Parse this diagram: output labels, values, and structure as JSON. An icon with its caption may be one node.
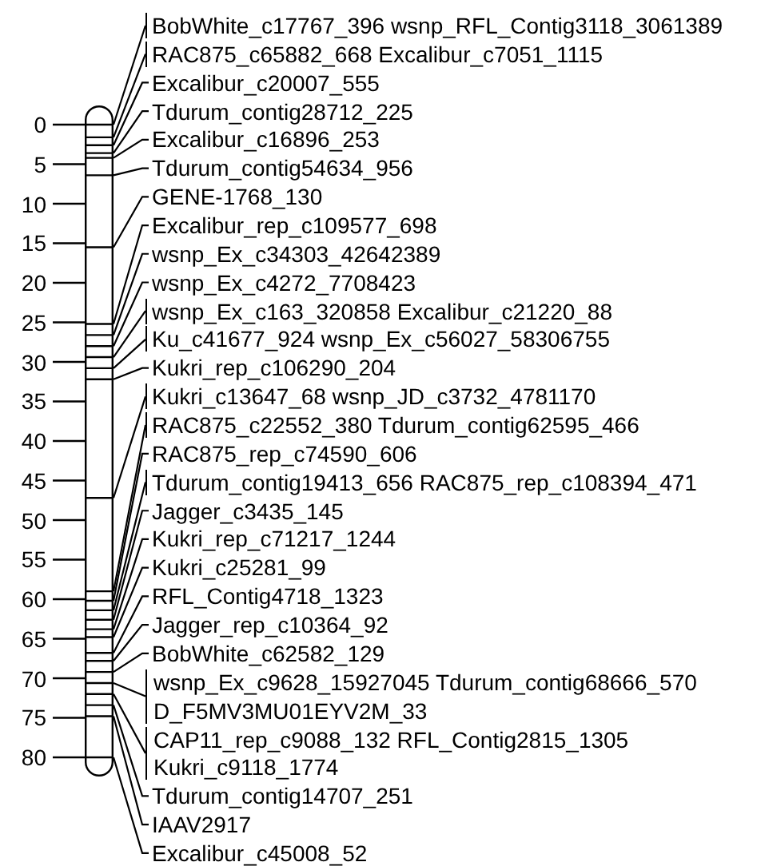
{
  "diagram": {
    "nodes": [
      {
        "text": [],
        "shape": "bar"
      },
      {
        "text": [
          "BobWhite_c17767_396 wsnp_RFL_Contig3118_3061389"
        ]
      },
      {
        "text": [
          "RAC875_c65882_668 Excalibur_c7051_1115"
        ]
      },
      {
        "text": [
          "Excalibur_c20007_555"
        ]
      },
      {
        "text": [
          "Tdurum_contig28712_225"
        ]
      },
      {
        "text": [
          "Excalibur_c16896_253"
        ]
      },
      {
        "text": [
          "Tdurum_contig54634_956"
        ]
      },
      {
        "text": [
          "GENE-1768_130"
        ]
      },
      {
        "text": [
          "Excalibur_rep_c109577_698"
        ]
      },
      {
        "text": [
          "wsnp_Ex_c34303_42642389"
        ]
      },
      {
        "text": [
          "wsnp_Ex_c4272_7708423"
        ]
      },
      {
        "text": [
          "wsnp_Ex_c163_320858 Excalibur_c21220_88"
        ]
      },
      {
        "text": [
          "Ku_c41677_924 wsnp_Ex_c56027_58306755"
        ]
      },
      {
        "text": [
          "Kukri_rep_c106290_204"
        ]
      },
      {
        "text": [
          "Kukri_c13647_68 wsnp_JD_c3732_4781170"
        ]
      },
      {
        "text": [
          "RAC875_c22552_380 Tdurum_contig62595_466"
        ]
      },
      {
        "text": [
          "RAC875_rep_c74590_606"
        ]
      },
      {
        "text": [
          "Tdurum_contig19413_656 RAC875_rep_c108394_471"
        ]
      },
      {
        "text": [
          "Jagger_c3435_145"
        ]
      },
      {
        "text": [
          "Kukri_rep_c71217_1244"
        ]
      },
      {
        "text": [
          "Kukri_c25281_99"
        ]
      },
      {
        "text": [
          "RFL_Contig4718_1323"
        ]
      },
      {
        "text": [
          "Jagger_rep_c10364_92"
        ]
      },
      {
        "text": [
          "BobWhite_c62582_129"
        ]
      },
      {
        "text": [
          "wsnp_Ex_c9628_15927045 Tdurum_contig68666_570",
          "D_F5MV3MU01EYV2M_33"
        ]
      },
      {
        "text": [
          "CAP11_rep_c9088_132 RFL_Contig2815_1305",
          "Kukri_c9118_1774"
        ]
      },
      {
        "text": [
          "Tdurum_contig14707_251"
        ]
      },
      {
        "text": [
          "IAAV2917"
        ]
      },
      {
        "text": [
          "Excalibur_c45008_52"
        ]
      }
    ],
    "edges": [
      {
        "from": 1,
        "to": 0,
        "arrow": "none"
      },
      {
        "from": 2,
        "to": 0,
        "arrow": "none"
      },
      {
        "from": 3,
        "to": 0,
        "arrow": "none"
      },
      {
        "from": 4,
        "to": 0,
        "arrow": "none"
      },
      {
        "from": 5,
        "to": 0,
        "arrow": "none"
      },
      {
        "from": 6,
        "to": 0,
        "arrow": "none"
      },
      {
        "from": 7,
        "to": 0,
        "arrow": "none"
      },
      {
        "from": 8,
        "to": 0,
        "arrow": "none"
      },
      {
        "from": 9,
        "to": 0,
        "arrow": "none"
      },
      {
        "from": 10,
        "to": 0,
        "arrow": "none"
      },
      {
        "from": 11,
        "to": 0,
        "arrow": "none"
      },
      {
        "from": 12,
        "to": 0,
        "arrow": "none"
      },
      {
        "from": 13,
        "to": 0,
        "arrow": "none"
      },
      {
        "from": 14,
        "to": 0,
        "arrow": "none"
      },
      {
        "from": 15,
        "to": 0,
        "arrow": "none"
      },
      {
        "from": 16,
        "to": 0,
        "arrow": "none"
      },
      {
        "from": 17,
        "to": 0,
        "arrow": "none"
      },
      {
        "from": 18,
        "to": 0,
        "arrow": "none"
      },
      {
        "from": 19,
        "to": 0,
        "arrow": "none"
      },
      {
        "from": 20,
        "to": 0,
        "arrow": "none"
      },
      {
        "from": 21,
        "to": 0,
        "arrow": "none"
      },
      {
        "from": 22,
        "to": 0,
        "arrow": "none"
      },
      {
        "from": 23,
        "to": 0,
        "arrow": "none"
      },
      {
        "from": 24,
        "to": 0,
        "arrow": "none"
      },
      {
        "from": 25,
        "to": 0,
        "arrow": "none"
      },
      {
        "from": 26,
        "to": 0,
        "arrow": "none"
      },
      {
        "from": 27,
        "to": 0,
        "arrow": "none"
      },
      {
        "from": 28,
        "to": 0,
        "arrow": "none"
      }
    ],
    "labels": [
      "0",
      "5",
      "10",
      "15",
      "20",
      "25",
      "30",
      "35",
      "40",
      "45",
      "50",
      "55",
      "60",
      "65",
      "70",
      "75",
      "80"
    ]
  }
}
